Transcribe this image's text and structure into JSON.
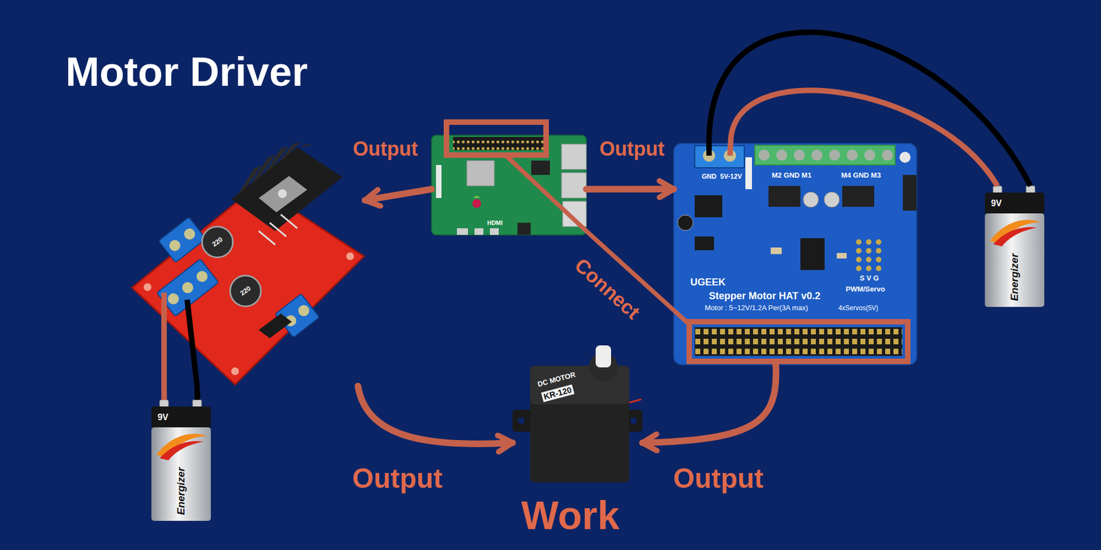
{
  "diagram": {
    "title": "Motor Driver",
    "nodes": [
      {
        "text": [
          "HDMI"
        ]
      },
      {
        "text": [
          "220",
          "220"
        ]
      },
      {
        "text": [
          "GND",
          "5V-12V",
          "M2 GND M1",
          "M4 GND M3",
          "UGEEK",
          "Stepper Motor HAT v0.2",
          "Motor : 5~12V/1.2A Per(3A max)",
          "4xServos(5V)",
          "S V G",
          "PWM/Servo"
        ]
      },
      {
        "text": [
          "9V",
          "Energizer"
        ]
      },
      {
        "text": [
          "DC MOTOR",
          "KR-120"
        ]
      },
      {
        "text": [
          "9V",
          "Energizer"
        ]
      }
    ],
    "edges": [
      {
        "from": 0,
        "to": 1,
        "label": "Output",
        "arrow": "to"
      },
      {
        "from": 0,
        "to": 2,
        "label": "Output",
        "arrow": "to"
      },
      {
        "from": 0,
        "to": 2,
        "label": "Connect",
        "arrow": "none"
      },
      {
        "from": 1,
        "to": 4,
        "label": "Output",
        "arrow": "to"
      },
      {
        "from": 2,
        "to": 4,
        "label": "Output",
        "arrow": "to"
      },
      {
        "from": 3,
        "to": 2,
        "arrow": "none"
      },
      {
        "from": 3,
        "to": 2,
        "arrow": "none"
      },
      {
        "from": 5,
        "to": 1,
        "arrow": "none"
      },
      {
        "from": 5,
        "to": 1,
        "arrow": "none"
      }
    ],
    "labels": [
      "Work"
    ]
  }
}
